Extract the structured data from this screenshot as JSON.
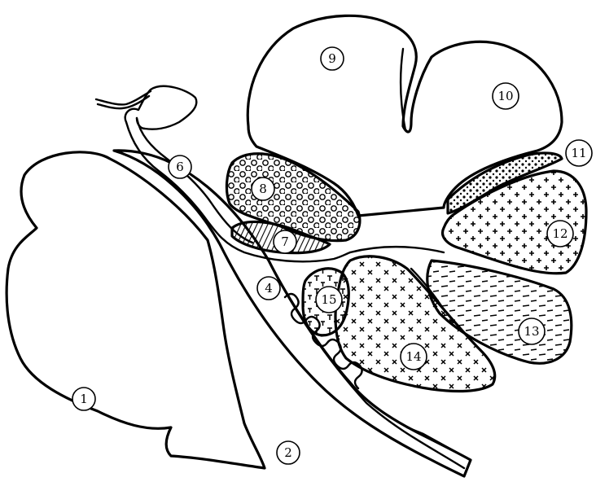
{
  "diagram": {
    "labels": [
      {
        "id": "1",
        "text": "1"
      },
      {
        "id": "2",
        "text": "2"
      },
      {
        "id": "4",
        "text": "4"
      },
      {
        "id": "6",
        "text": "6"
      },
      {
        "id": "7",
        "text": "7"
      },
      {
        "id": "8",
        "text": "8"
      },
      {
        "id": "9",
        "text": "9"
      },
      {
        "id": "10",
        "text": "10"
      },
      {
        "id": "11",
        "text": "11"
      },
      {
        "id": "12",
        "text": "12"
      },
      {
        "id": "13",
        "text": "13"
      },
      {
        "id": "14",
        "text": "14"
      },
      {
        "id": "15",
        "text": "15"
      }
    ],
    "colors": {
      "line": "#000000",
      "fill": "#ffffff"
    }
  }
}
